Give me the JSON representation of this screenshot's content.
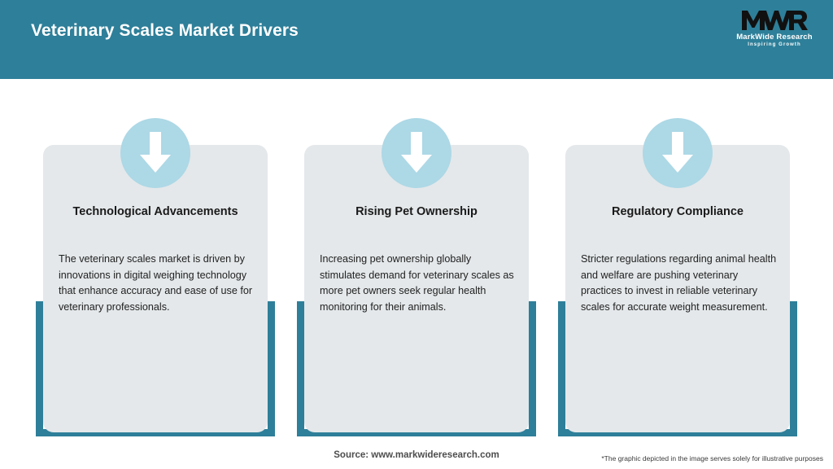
{
  "header": {
    "title": "Veterinary Scales Market Drivers",
    "background_color": "#2E7F99",
    "logo": {
      "mark": "MWR",
      "name": "MarkWide Research",
      "tagline": "Inspiring Growth"
    }
  },
  "theme": {
    "accent_teal": "#2E7F99",
    "card_gray": "#E4E8EA",
    "icon_circle_blue": "#ADD8E6",
    "page_background": "#FFFFFF"
  },
  "cards": [
    {
      "icon": "arrow-down-icon",
      "title": "Technological Advancements",
      "body": "The veterinary scales market is driven by innovations in digital weighing technology that enhance accuracy and ease of use for veterinary professionals."
    },
    {
      "icon": "arrow-down-icon",
      "title": "Rising Pet Ownership",
      "body": "Increasing pet ownership globally stimulates demand for veterinary scales as more pet owners seek regular health monitoring for their animals."
    },
    {
      "icon": "arrow-down-icon",
      "title": "Regulatory Compliance",
      "body": "Stricter regulations regarding animal health and welfare are pushing veterinary practices to invest in reliable veterinary scales for accurate weight measurement."
    }
  ],
  "footer": {
    "source": "Source: www.markwideresearch.com",
    "disclaimer": "*The graphic depicted in the image serves solely for illustrative purposes"
  }
}
